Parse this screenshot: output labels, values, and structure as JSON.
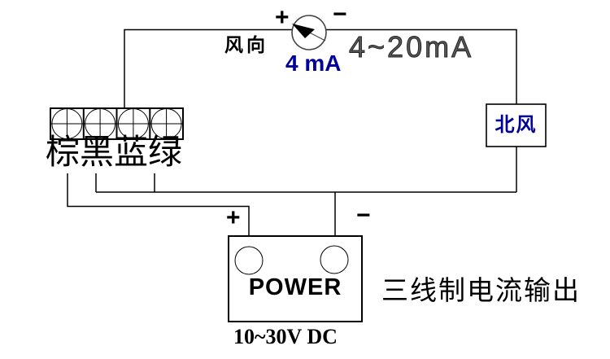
{
  "colors": {
    "accent_blue": "#000099",
    "line_black": "#000000"
  },
  "meter": {
    "wind_direction_label": "风向",
    "plus": "+",
    "minus": "−",
    "range_label": "4~20mA",
    "value_label": "4 mA"
  },
  "connector": {
    "wire_colors_label": "棕黑蓝绿",
    "terminal_count": 4
  },
  "north_wind": {
    "label": "北风"
  },
  "power": {
    "plus": "+",
    "minus": "−",
    "label": "POWER",
    "voltage_label": "10~30V DC"
  },
  "caption": "三线制电流输出"
}
